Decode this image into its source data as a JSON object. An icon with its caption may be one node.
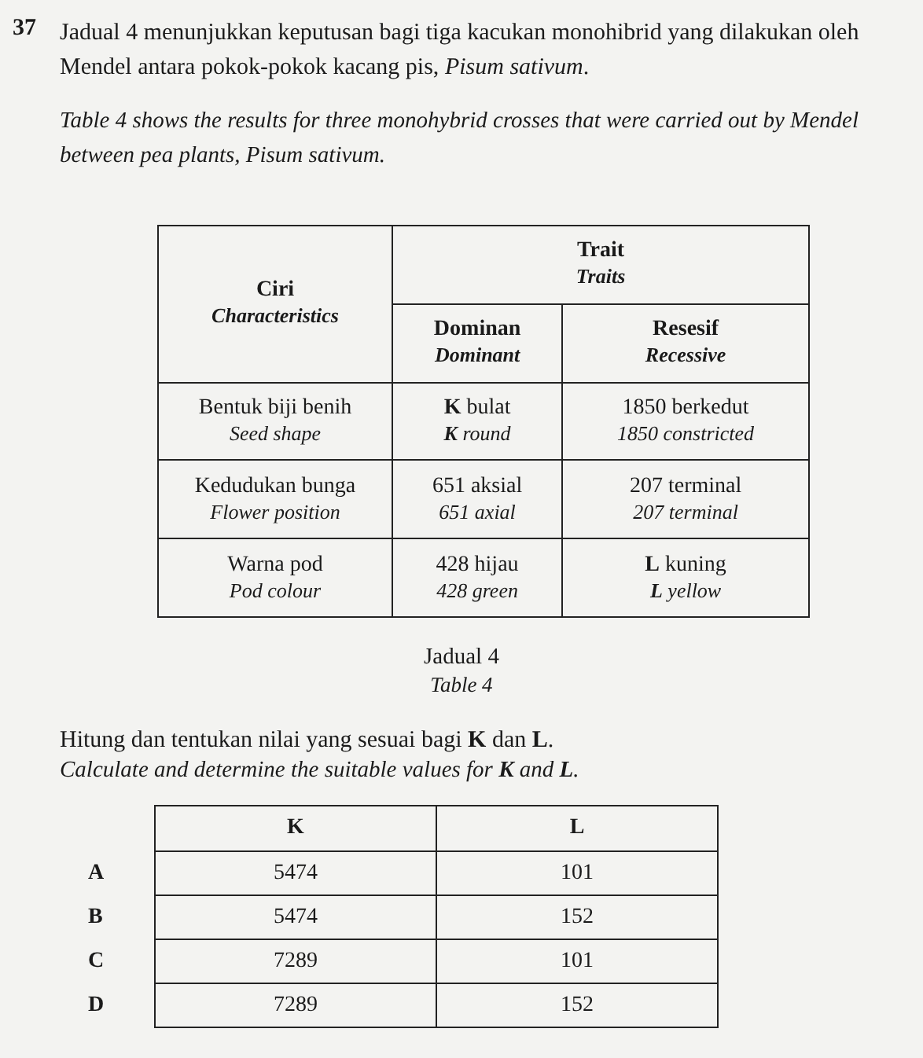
{
  "diagram": {
    "labels": [
      "37",
      "Jadual 4 menunjukkan keputusan bagi tiga kacukan monohibrid yang dilakukan oleh Mendel antara pokok-pokok kacang pis, *Pisum sativum*.",
      "Table 4 shows the results for three monohybrid crosses that were carried out by Mendel between pea plants, Pisum sativum.",
      "Ciri",
      "Characteristics",
      "Trait",
      "Traits",
      "Dominan",
      "Dominant",
      "Resesif",
      "Recessive",
      "Bentuk biji benih",
      "Seed shape",
      "**K** bulat",
      "**K** round",
      "1850 berkedut",
      "1850 constricted",
      "Kedudukan bunga",
      "Flower position",
      "651 aksial",
      "651 axial",
      "207 terminal",
      "207 terminal",
      "Warna pod",
      "Pod colour",
      "428 hijau",
      "428 green",
      "**L** kuning",
      "**L** yellow",
      "Jadual 4",
      "Table 4",
      "Hitung dan tentukan nilai yang sesuai bagi **K** dan **L**.",
      "Calculate and determine the suitable values for **K** and **L**.",
      "K",
      "L",
      "A",
      "5474",
      "101",
      "B",
      "5474",
      "152",
      "C",
      "7289",
      "101",
      "D",
      "7289",
      "152"
    ]
  }
}
